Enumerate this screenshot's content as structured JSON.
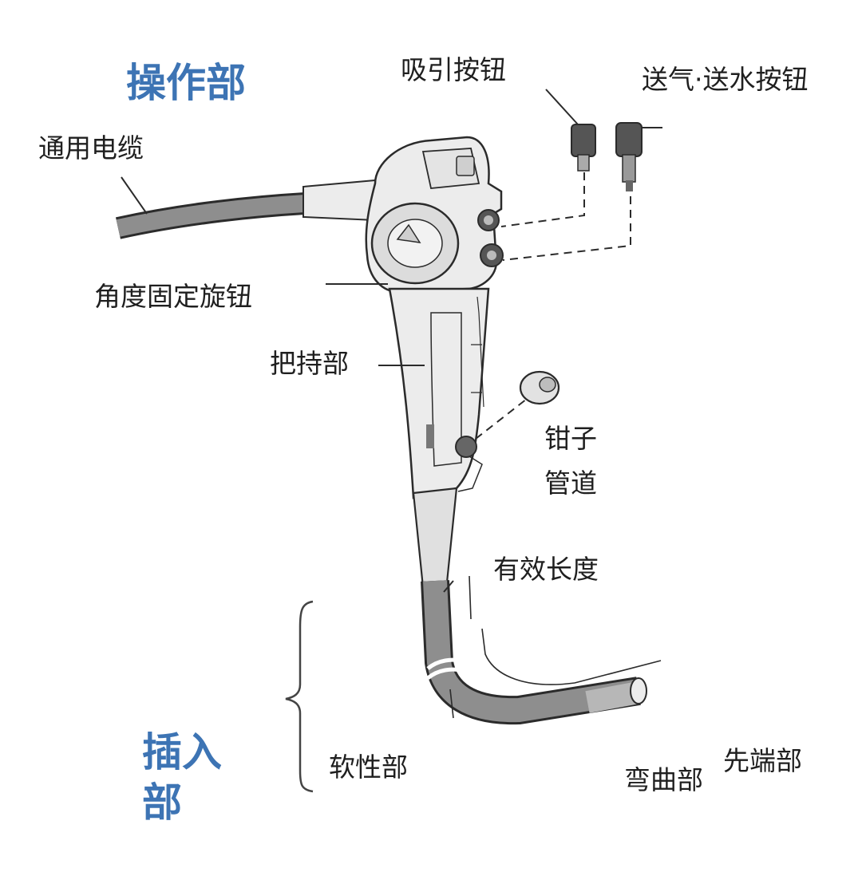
{
  "sections": {
    "operation": "操作部",
    "insertion": "插入部"
  },
  "labels": {
    "universal_cord": "通用电缆",
    "suction_button": "吸引按钮",
    "air_water_button": "送气·送水按钮",
    "angle_lock_knob": "角度固定旋钮",
    "grip": "把持部",
    "forceps_channel": "钳子管道",
    "working_length": "有效长度",
    "flexible_part": "软性部",
    "bending_part": "弯曲部",
    "distal_end": "先端部"
  },
  "colors": {
    "section_label": "#3d74b4",
    "label_text": "#1f1f1f",
    "outline": "#2b2b2b",
    "body_fill": "#ececec",
    "tube_fill": "#8e8e8e"
  }
}
